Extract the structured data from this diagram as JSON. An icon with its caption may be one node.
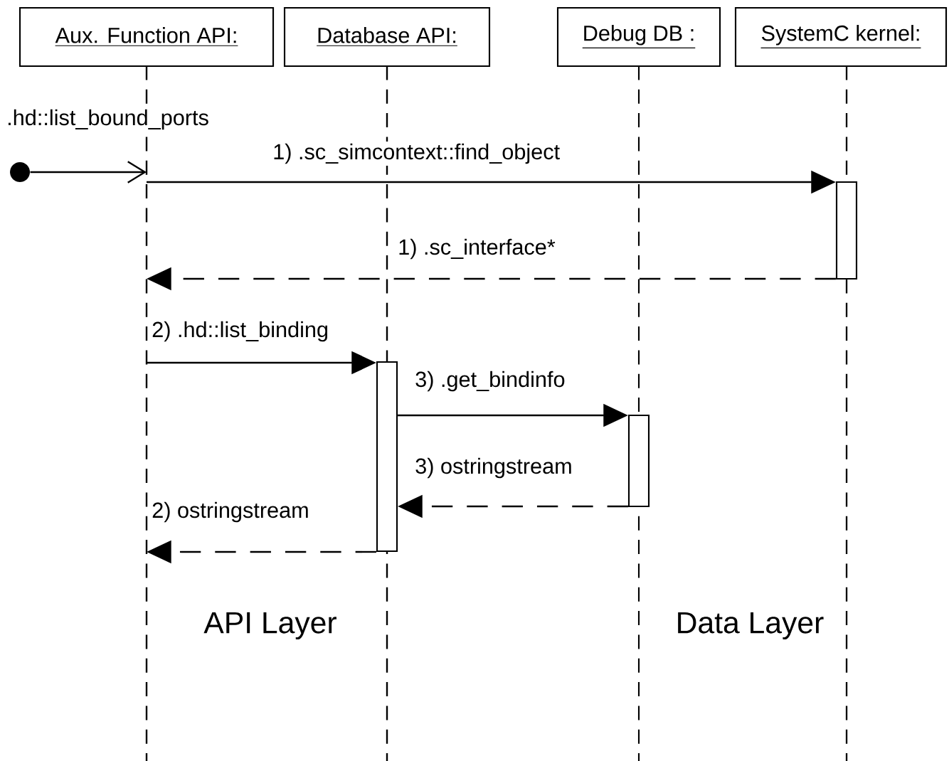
{
  "diagram": {
    "nodes": [
      {
        "text": [
          "Aux. Function API:"
        ]
      },
      {
        "text": [
          "Database API:"
        ]
      },
      {
        "text": [
          "Debug DB :"
        ]
      },
      {
        "text": [
          "SystemC kernel:"
        ]
      },
      {
        "text": [],
        "shape": "line"
      },
      {
        "text": [],
        "shape": "line"
      },
      {
        "text": [],
        "shape": "line"
      },
      {
        "text": [],
        "shape": "line"
      },
      {
        "text": [],
        "shape": "circle"
      },
      {
        "text": [],
        "shape": "bar"
      },
      {
        "text": [],
        "shape": "bar"
      },
      {
        "text": [],
        "shape": "bar"
      }
    ],
    "edges": [
      {
        "from": 8,
        "to": 4,
        "arrow": "to",
        "label": ".hd::list_bound_ports"
      },
      {
        "from": 4,
        "to": 9,
        "arrow": "to",
        "label": "1) .sc_simcontext::find_object"
      },
      {
        "from": 9,
        "to": 4,
        "arrow": "to",
        "label": "1) .sc_interface*",
        "style": "dashed"
      },
      {
        "from": 4,
        "to": 10,
        "arrow": "to",
        "label": "2) .hd::list_binding"
      },
      {
        "from": 10,
        "to": 11,
        "arrow": "to",
        "label": "3) .get_bindinfo"
      },
      {
        "from": 11,
        "to": 10,
        "arrow": "to",
        "label": "3) ostringstream",
        "style": "dashed"
      },
      {
        "from": 10,
        "to": 4,
        "arrow": "to",
        "label": "2) ostringstream",
        "style": "dashed"
      }
    ],
    "labels": [
      "API Layer",
      "Data Layer"
    ]
  }
}
